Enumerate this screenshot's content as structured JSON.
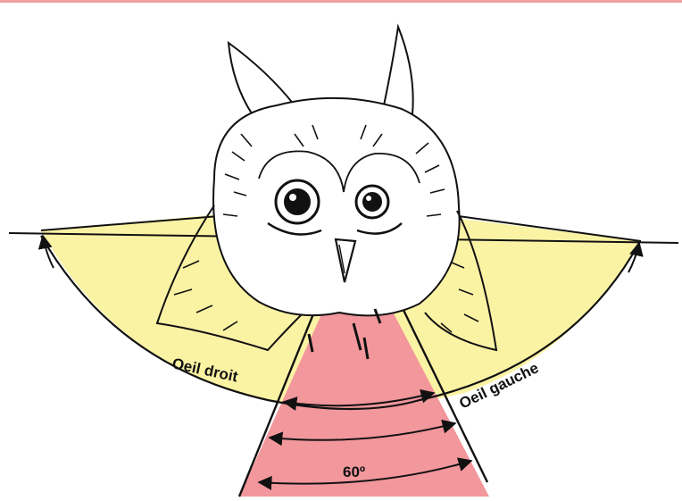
{
  "labels": {
    "right_eye": "Oeil droit",
    "left_eye": "Oeil gauche",
    "binocular_angle": "60º"
  },
  "illustration": {
    "subject": "owl-head-icon"
  },
  "colors": {
    "monocular_field": "#fbf3a4",
    "binocular_field": "#f2979c",
    "line": "#111111",
    "top_bar": "#f0a0a0"
  }
}
